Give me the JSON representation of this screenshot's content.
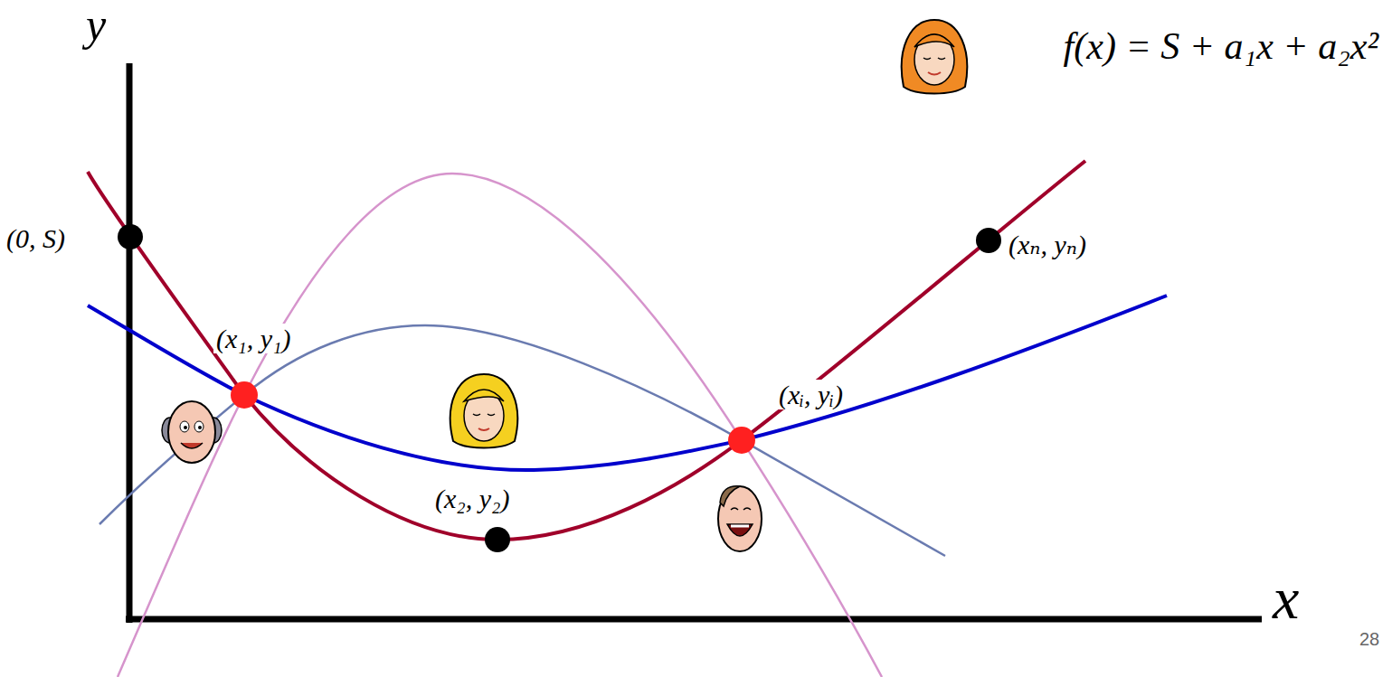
{
  "diagram": {
    "labels": [
      "y",
      "f(x) = S + a₁x + a₂x²",
      "(0, S)",
      "(x₁, y₁)",
      "(x₂, y₂)",
      "(xᵢ, yᵢ)",
      "(xₙ, yₙ)",
      "x",
      "28"
    ]
  }
}
